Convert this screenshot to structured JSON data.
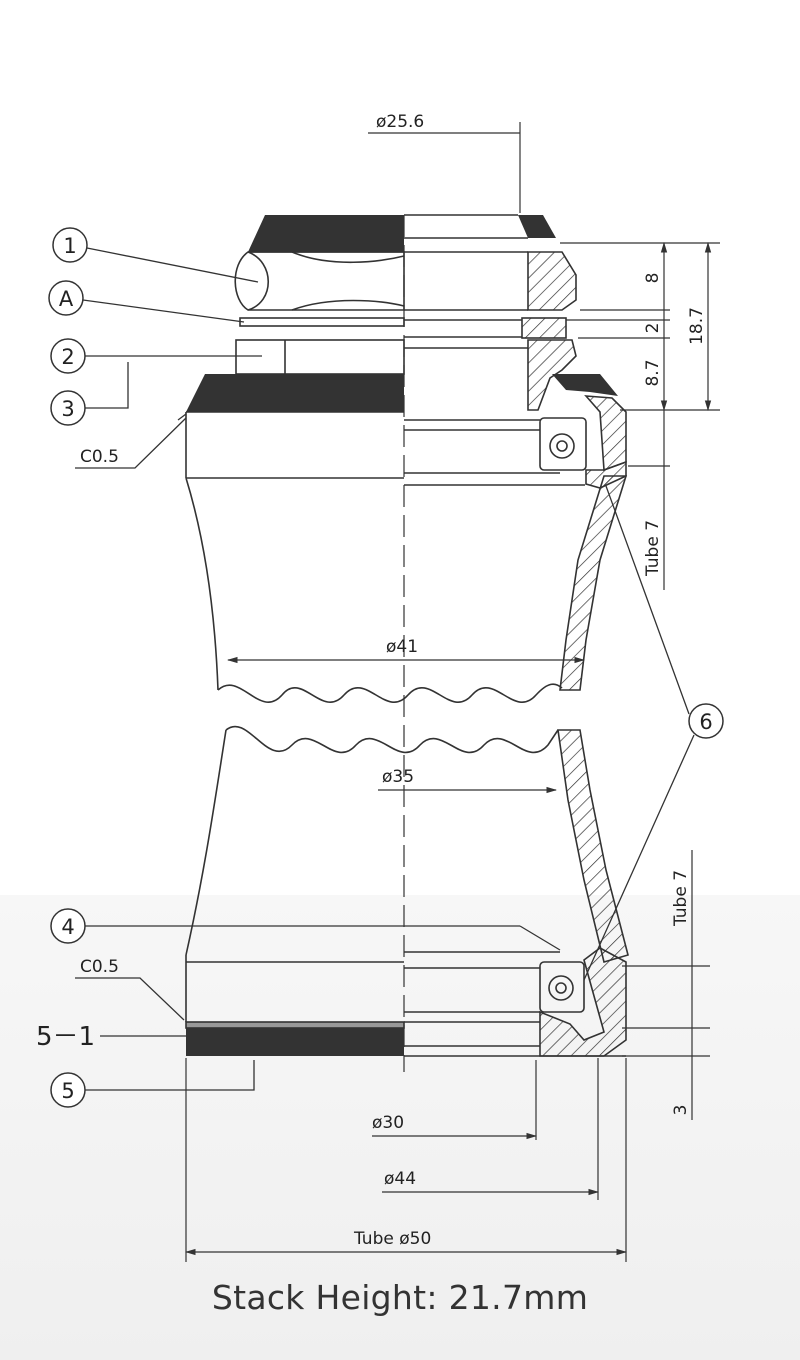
{
  "callouts": {
    "c1": "1",
    "cA": "A",
    "c2": "2",
    "c3": "3",
    "c4": "4",
    "c5": "5",
    "c6": "6",
    "c51": "5－1"
  },
  "dimensions": {
    "d25_6": "ø25.6",
    "h8": "8",
    "h2": "2",
    "h8_7": "8.7",
    "h18_7": "18.7",
    "chamfer_top": "C0.5",
    "chamfer_bottom": "C0.5",
    "tube7_top": "Tube 7",
    "tube7_bottom": "Tube 7",
    "d41": "ø41",
    "d35": "ø35",
    "d30": "ø30",
    "d44": "ø44",
    "tube50": "Tube ø50",
    "h3": "3"
  },
  "caption": "Stack Height: 21.7mm"
}
